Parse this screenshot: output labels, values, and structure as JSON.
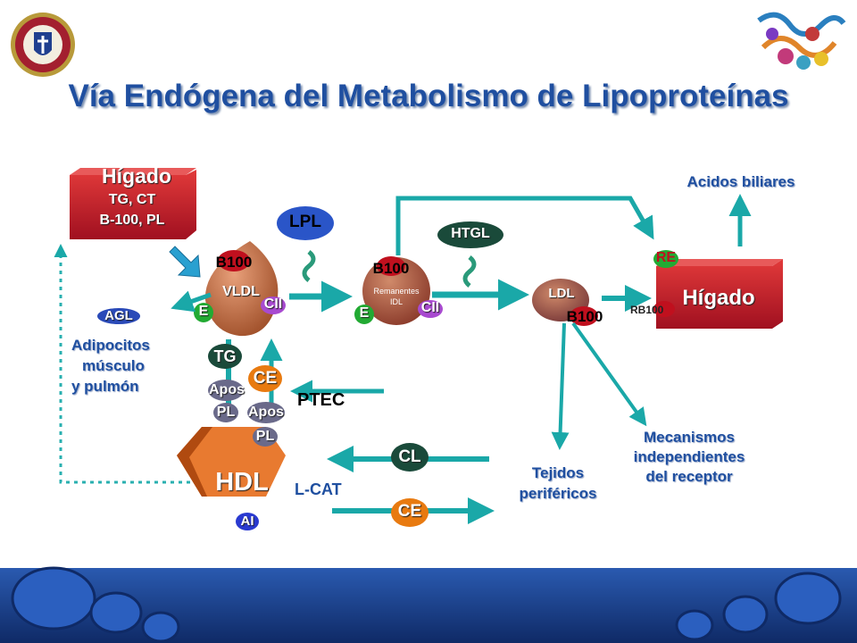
{
  "title": "Vía Endógena del Metabolismo de Lipoproteínas",
  "liver_source": {
    "title": "Hígado",
    "line1": "TG, CT",
    "line2": "B-100, PL"
  },
  "liver_target": {
    "title": "Hígado",
    "receptor_top": "RE",
    "receptor_side": "RB100"
  },
  "vldl": {
    "label": "VLDL",
    "apo_b": "B100",
    "apo_e": "E",
    "apo_c": "CII"
  },
  "idl": {
    "label_line1": "Remanentes",
    "label_line2": "IDL",
    "apo_b": "B100",
    "apo_e": "E",
    "apo_c": "CII"
  },
  "ldl": {
    "label": "LDL",
    "apo_b": "B100"
  },
  "enzymes": {
    "lpl": "LPL",
    "htgl": "HTGL",
    "ptec": "PTEC",
    "lcat": "L-CAT"
  },
  "agl": "AGL",
  "adipocytes": {
    "line1": "Adipocitos",
    "line2": "músculo",
    "line3": "y pulmón"
  },
  "transfer": {
    "tg": "TG",
    "ce": "CE",
    "apos1": "Apos",
    "apos2": "Apos",
    "pl1": "PL",
    "pl2": "PL"
  },
  "hdl": {
    "label": "HDL",
    "apo": "AI"
  },
  "cl": "CL",
  "ce_bottom": "CE",
  "acidos_biliares": "Acidos biliares",
  "tejidos": {
    "line1": "Tejidos",
    "line2": "periféricos"
  },
  "mecanismos": {
    "line1": "Mecanismos",
    "line2": "independientes",
    "line3": "del receptor"
  },
  "colors": {
    "title": "#1f4fa0",
    "liver": "#c8102e",
    "vldl": "#d07850",
    "hdl": "#e87a30",
    "arrow": "#1aa8a8",
    "footer": "#1c3f8f"
  }
}
